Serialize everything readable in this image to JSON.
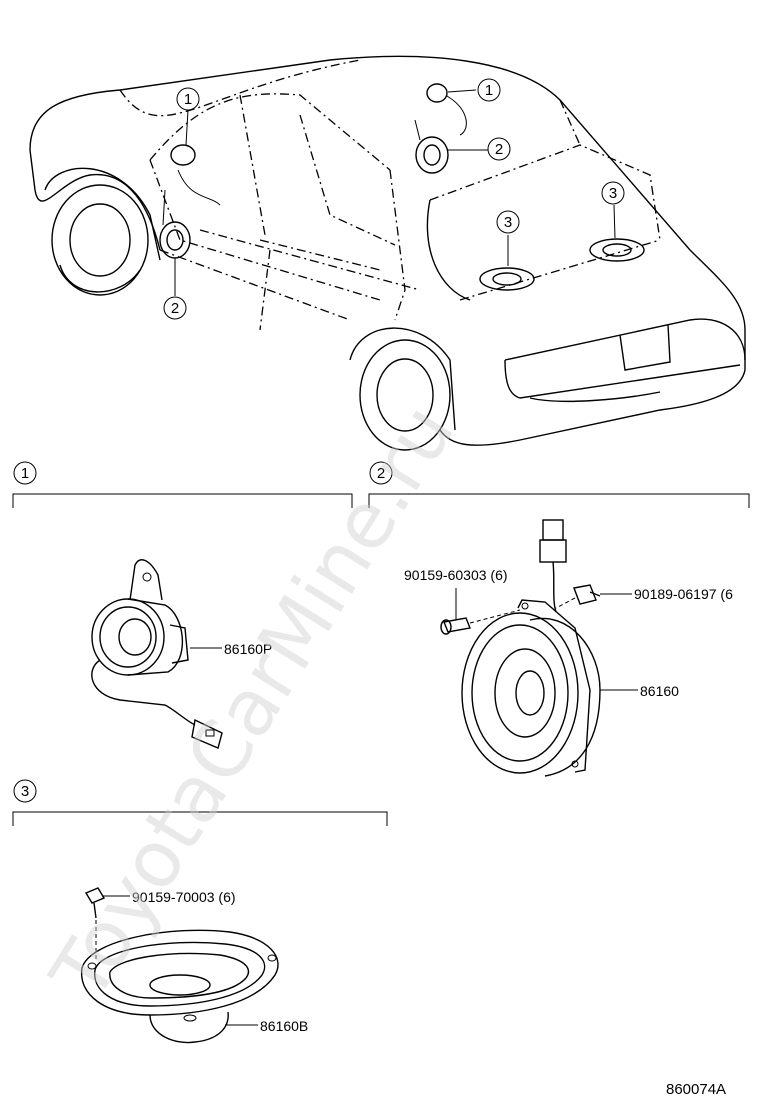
{
  "diagram_code": "860074A",
  "watermark": "ToyotaCarMine.ru",
  "callout_numbers": [
    "1",
    "2",
    "3"
  ],
  "sections": [
    {
      "number": "1",
      "parts": [
        {
          "label": "86160P"
        }
      ]
    },
    {
      "number": "2",
      "parts": [
        {
          "label": "90159-60303 (6)"
        },
        {
          "label": "90189-06197 (6"
        },
        {
          "label": "86160"
        }
      ]
    },
    {
      "number": "3",
      "parts": [
        {
          "label": "90159-70003 (6)"
        },
        {
          "label": "86160B"
        }
      ]
    }
  ]
}
